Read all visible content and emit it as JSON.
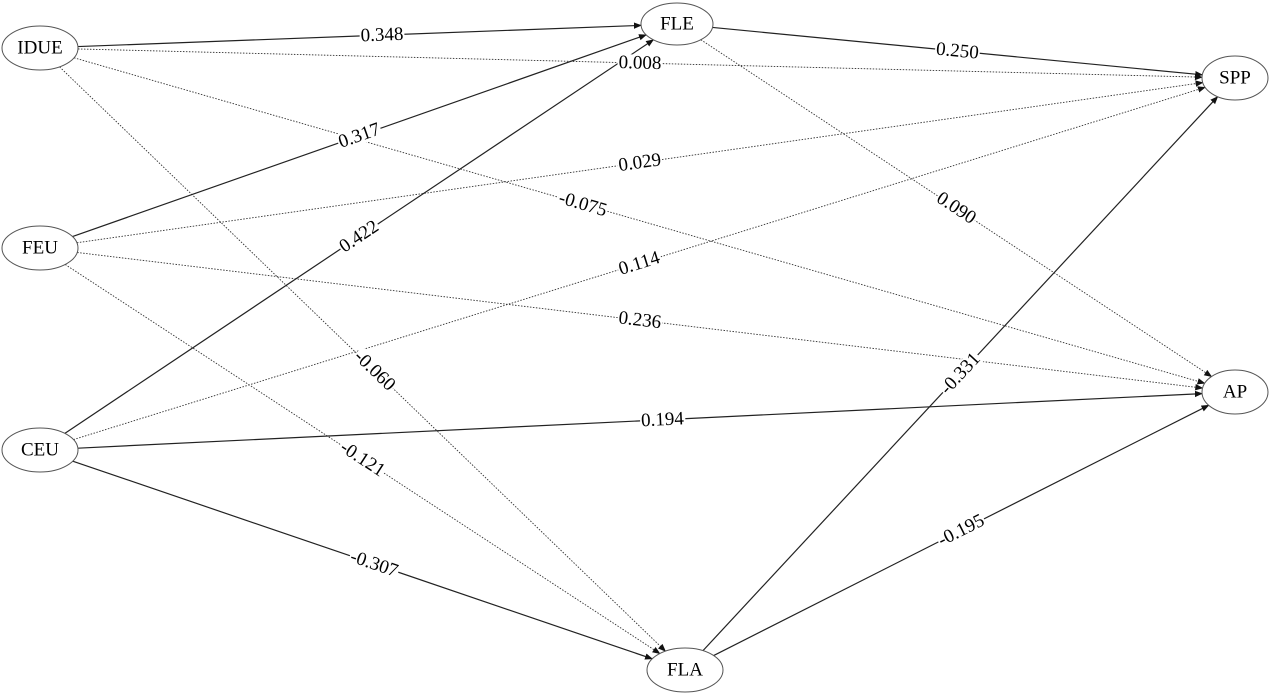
{
  "nodes": [
    {
      "id": "IDUE",
      "label": "IDUE"
    },
    {
      "id": "FEU",
      "label": "FEU"
    },
    {
      "id": "CEU",
      "label": "CEU"
    },
    {
      "id": "FLE",
      "label": "FLE"
    },
    {
      "id": "FLA",
      "label": "FLA"
    },
    {
      "id": "SPP",
      "label": "SPP"
    },
    {
      "id": "AP",
      "label": "AP"
    }
  ],
  "edges": [
    {
      "from": "IDUE",
      "to": "FLE",
      "coefficient": "0.348",
      "line_style": "solid"
    },
    {
      "from": "IDUE",
      "to": "SPP",
      "coefficient": "0.008",
      "line_style": "dotted"
    },
    {
      "from": "IDUE",
      "to": "AP",
      "coefficient": "-0.075",
      "line_style": "dotted"
    },
    {
      "from": "IDUE",
      "to": "FLA",
      "coefficient": "-0.060",
      "line_style": "dotted"
    },
    {
      "from": "FEU",
      "to": "FLE",
      "coefficient": "0.317",
      "line_style": "solid"
    },
    {
      "from": "FEU",
      "to": "SPP",
      "coefficient": "0.029",
      "line_style": "dotted"
    },
    {
      "from": "FEU",
      "to": "AP",
      "coefficient": "0.236",
      "line_style": "dotted"
    },
    {
      "from": "FEU",
      "to": "FLA",
      "coefficient": "-0.121",
      "line_style": "dotted"
    },
    {
      "from": "CEU",
      "to": "FLE",
      "coefficient": "0.422",
      "line_style": "solid"
    },
    {
      "from": "CEU",
      "to": "SPP",
      "coefficient": "0.114",
      "line_style": "dotted"
    },
    {
      "from": "CEU",
      "to": "AP",
      "coefficient": "0.194",
      "line_style": "solid"
    },
    {
      "from": "CEU",
      "to": "FLA",
      "coefficient": "-0.307",
      "line_style": "solid"
    },
    {
      "from": "FLE",
      "to": "SPP",
      "coefficient": "0.250",
      "line_style": "solid"
    },
    {
      "from": "FLE",
      "to": "AP",
      "coefficient": "0.090",
      "line_style": "dotted"
    },
    {
      "from": "FLA",
      "to": "SPP",
      "coefficient": "-0.331",
      "line_style": "solid"
    },
    {
      "from": "FLA",
      "to": "AP",
      "coefficient": "-0.195",
      "line_style": "solid"
    }
  ]
}
